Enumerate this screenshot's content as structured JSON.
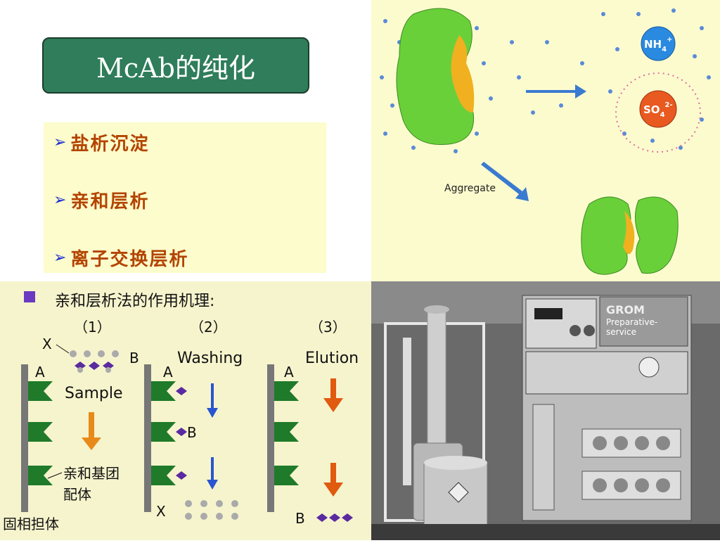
{
  "slide": {
    "title": "McAb的纯化",
    "bullets": [
      "盐析沉淀",
      "亲和层析",
      "离子交换层析"
    ],
    "bullet_glyph": "➢"
  },
  "salting_panel": {
    "aggregate_label": "Aggregate",
    "nh4": {
      "base": "NH",
      "sub": "4",
      "sup": "+"
    },
    "so4": {
      "base": "SO",
      "sub": "4",
      "sup": "2-"
    }
  },
  "affinity_panel": {
    "heading": "亲和层析法的作用机理:",
    "steps": [
      "（1）",
      "（2）",
      "（3）"
    ],
    "labels": {
      "x": "X",
      "b": "B",
      "a": "A",
      "sample": "Sample",
      "washing": "Washing",
      "elution": "Elution",
      "ligand_line1": "亲和基团",
      "ligand_line2": "配体",
      "support": "固相担体"
    },
    "colors": {
      "flag": "#1f7a2a",
      "diamond": "#5a2aa0",
      "sample_arrow": "#e88a1a",
      "wash_arrow": "#2a55d0",
      "elution_arrow": "#e05a10"
    }
  },
  "instrument_panel": {
    "brand": "GROM",
    "line1": "Preparative-",
    "line2": "service"
  }
}
